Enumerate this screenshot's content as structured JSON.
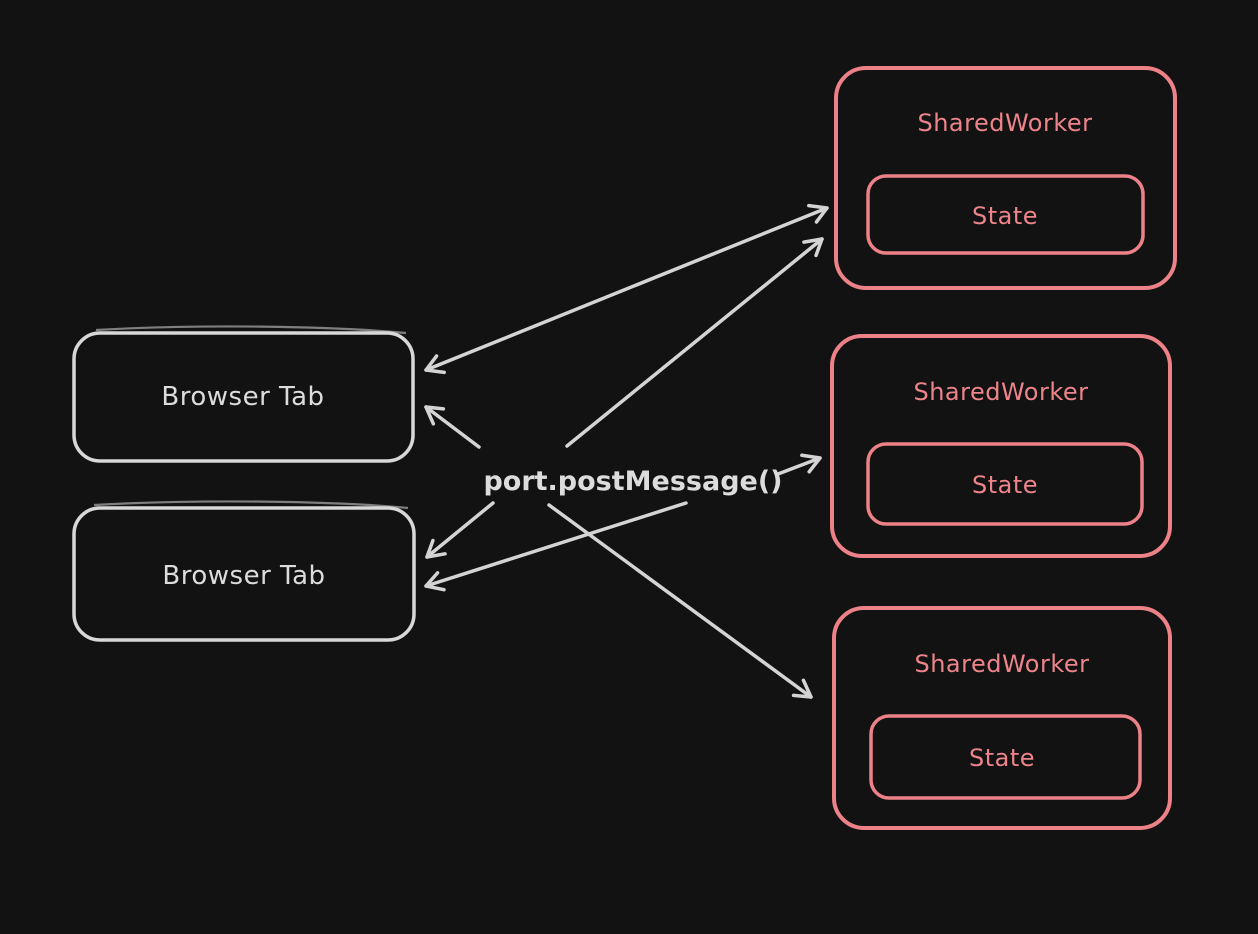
{
  "palette": {
    "background": "#121212",
    "tab_stroke": "#d8d8d8",
    "tab_text": "#dcdcdc",
    "worker_stroke": "#ec8187",
    "worker_text": "#ee848b",
    "arrow": "#d4d4d4",
    "label_text": "#dcdcdc"
  },
  "label": {
    "text": "port.postMessage()"
  },
  "tabs": [
    {
      "label": "Browser Tab"
    },
    {
      "label": "Browser Tab"
    }
  ],
  "workers": [
    {
      "label": "SharedWorker",
      "state": "State"
    },
    {
      "label": "SharedWorker",
      "state": "State"
    },
    {
      "label": "SharedWorker",
      "state": "State"
    }
  ]
}
